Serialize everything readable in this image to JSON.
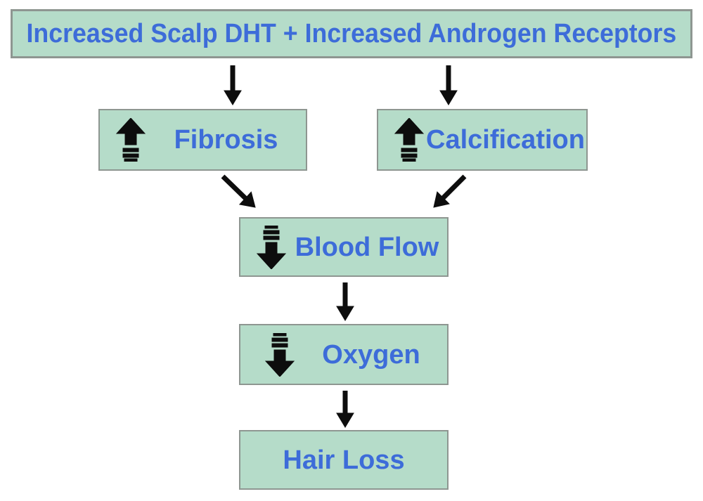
{
  "diagram": {
    "title": "Increased Scalp DHT + Increased Androgen Receptors",
    "nodes": [
      {
        "id": "fibrosis",
        "label": "Fibrosis",
        "icon": "increase-arrow-icon"
      },
      {
        "id": "calcification",
        "label": "Calcification",
        "icon": "increase-arrow-icon"
      },
      {
        "id": "blood_flow",
        "label": "Blood Flow",
        "icon": "decrease-arrow-icon"
      },
      {
        "id": "oxygen",
        "label": "Oxygen",
        "icon": "decrease-arrow-icon"
      },
      {
        "id": "hair_loss",
        "label": "Hair Loss",
        "icon": null
      }
    ],
    "edges": [
      {
        "from": "title",
        "to": "fibrosis"
      },
      {
        "from": "title",
        "to": "calcification"
      },
      {
        "from": "fibrosis",
        "to": "blood_flow"
      },
      {
        "from": "calcification",
        "to": "blood_flow"
      },
      {
        "from": "blood_flow",
        "to": "oxygen"
      },
      {
        "from": "oxygen",
        "to": "hair_loss"
      }
    ],
    "colors": {
      "background": "#ffffff",
      "box_fill": "#b5dcc9",
      "box_border": "#8e9691",
      "label_text": "#3d6cd9",
      "arrow": "#0d0d0d"
    }
  }
}
